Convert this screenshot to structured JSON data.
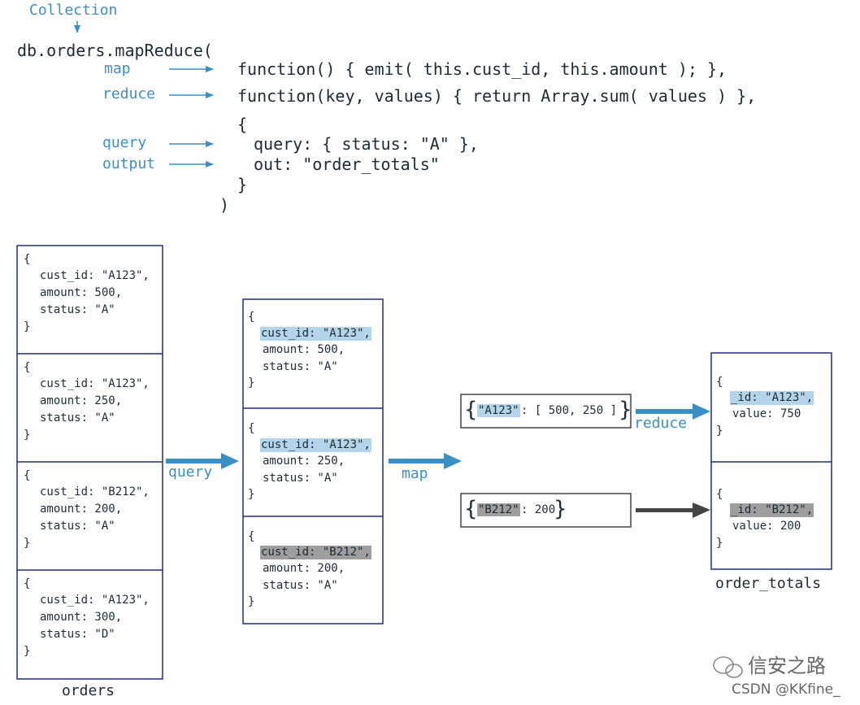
{
  "code": {
    "collection_label": "Collection",
    "call_open": "db.orders.mapReduce(",
    "map_label": "map",
    "map_fn": "function() { emit( this.cust_id, this.amount ); },",
    "reduce_label": "reduce",
    "reduce_fn": "function(key, values) { return Array.sum( values ) },",
    "options_open": "{",
    "query_label": "query",
    "query_line": "query: { status: \"A\" },",
    "output_label": "output",
    "out_line": "out: \"order_totals\"",
    "options_close": "}",
    "call_close": ")"
  },
  "orders": {
    "caption": "orders",
    "docs": [
      {
        "open": "{",
        "cust_id": "cust_id: \"A123\",",
        "amount": "amount: 500,",
        "status": "status: \"A\"",
        "close": "}"
      },
      {
        "open": "{",
        "cust_id": "cust_id: \"A123\",",
        "amount": "amount: 250,",
        "status": "status: \"A\"",
        "close": "}"
      },
      {
        "open": "{",
        "cust_id": "cust_id: \"B212\",",
        "amount": "amount: 200,",
        "status": "status: \"A\"",
        "close": "}"
      },
      {
        "open": "{",
        "cust_id": "cust_id: \"A123\",",
        "amount": "amount: 300,",
        "status": "status: \"D\"",
        "close": "}"
      }
    ]
  },
  "query_arrow_label": "query",
  "filtered": {
    "docs": [
      {
        "open": "{",
        "cust_id": "cust_id: \"A123\",",
        "amount": "amount: 500,",
        "status": "status: \"A\"",
        "close": "}"
      },
      {
        "open": "{",
        "cust_id": "cust_id: \"A123\",",
        "amount": "amount: 250,",
        "status": "status: \"A\"",
        "close": "}"
      },
      {
        "open": "{",
        "cust_id": "cust_id: \"B212\",",
        "amount": "amount: 200,",
        "status": "status: \"A\"",
        "close": "}"
      }
    ]
  },
  "map_arrow_label": "map",
  "mapped": [
    {
      "open": "{",
      "key": "\"A123\"",
      "rest": ": [ 500, 250 ]",
      "close": "}"
    },
    {
      "open": "{",
      "key": "\"B212\"",
      "rest": ": 200",
      "close": "}"
    }
  ],
  "reduce_arrow_label": "reduce",
  "order_totals": {
    "caption": "order_totals",
    "docs": [
      {
        "open": "{",
        "id": "_id: \"A123\",",
        "value": "value: 750",
        "close": "}"
      },
      {
        "open": "{",
        "id": "_id: \"B212\",",
        "value": "value: 200",
        "close": "}"
      }
    ]
  },
  "watermark": {
    "title": "信安之路",
    "credit": "CSDN @KKfine_"
  },
  "colors": {
    "accent_blue": "#3a8fc4",
    "text_dark": "#1c2b39",
    "box_stroke": "#1f2e7a",
    "highlight_blue": "#b4d4ea",
    "highlight_gray": "#9e9e9e",
    "arrow_gray": "#444444"
  }
}
